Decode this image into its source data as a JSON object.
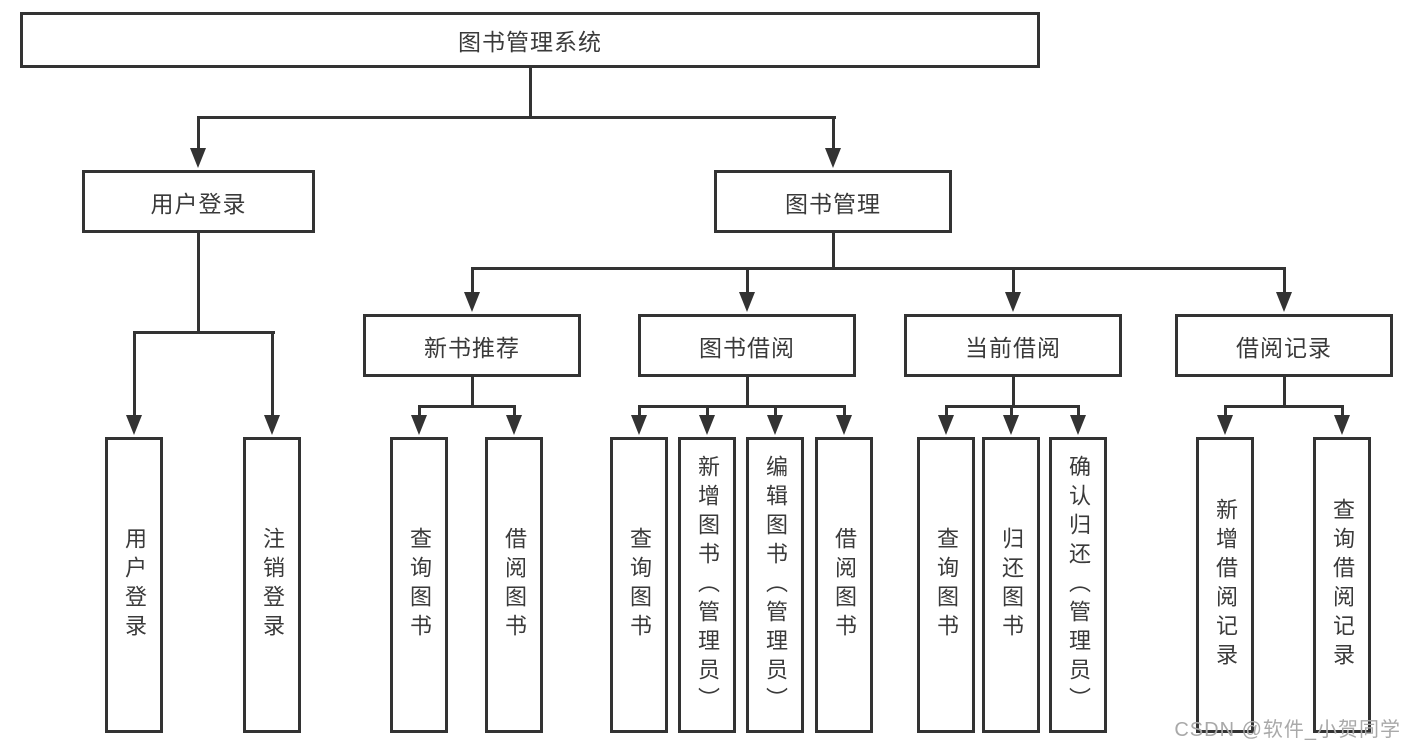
{
  "watermark": "CSDN @软件_小贺同学",
  "colors": {
    "line": "#333333",
    "box_border": "#333333",
    "text": "#3a3a3a",
    "watermark": "#a9a9a9",
    "background": "#ffffff"
  },
  "tree": {
    "root": {
      "label": "图书管理系统"
    },
    "branches": [
      {
        "label": "用户登录",
        "children": [
          {
            "label": "用户登录"
          },
          {
            "label": "注销登录"
          }
        ]
      },
      {
        "label": "图书管理",
        "sections": [
          {
            "label": "新书推荐",
            "children": [
              {
                "label": "查询图书"
              },
              {
                "label": "借阅图书"
              }
            ]
          },
          {
            "label": "图书借阅",
            "children": [
              {
                "label": "查询图书"
              },
              {
                "label": "新增图书（管理员）"
              },
              {
                "label": "编辑图书（管理员）"
              },
              {
                "label": "借阅图书"
              }
            ]
          },
          {
            "label": "当前借阅",
            "children": [
              {
                "label": "查询图书"
              },
              {
                "label": "归还图书"
              },
              {
                "label": "确认归还（管理员）"
              }
            ]
          },
          {
            "label": "借阅记录",
            "children": [
              {
                "label": "新增借阅记录"
              },
              {
                "label": "查询借阅记录"
              }
            ]
          }
        ]
      }
    ]
  }
}
